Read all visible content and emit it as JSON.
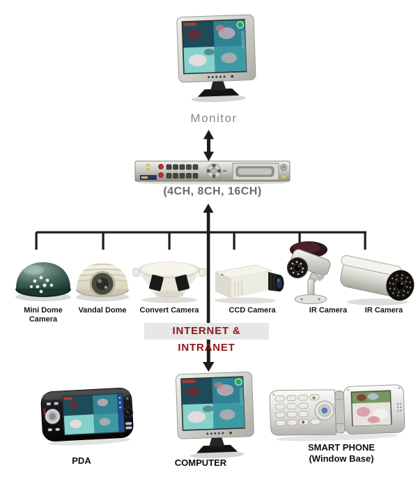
{
  "colors": {
    "background": "#ffffff",
    "connector_line": "#1c1c1c",
    "monitor_label_text": "#8a8a8a",
    "dvr_caption_text": "#6a6a6a",
    "camera_label_text": "#141414",
    "client_label_text": "#0d0d0d",
    "network_banner_bg": "#e7e7e7",
    "network_banner_text": "#8e1616"
  },
  "monitor": {
    "label": "Monitor"
  },
  "dvr": {
    "caption": "(4CH, 8CH, 16CH)"
  },
  "network": {
    "label": "INTERNET & INTRANET"
  },
  "cameras": [
    {
      "id": "mini-dome-camera",
      "lines": [
        "Mini Dome",
        "Camera"
      ]
    },
    {
      "id": "vandal-dome-camera",
      "lines": [
        "Vandal Dome"
      ]
    },
    {
      "id": "convert-camera",
      "lines": [
        "Convert Camera"
      ]
    },
    {
      "id": "ccd-camera",
      "lines": [
        "CCD Camera"
      ]
    },
    {
      "id": "ir-camera-1",
      "lines": [
        "IR Camera"
      ]
    },
    {
      "id": "ir-camera-2",
      "lines": [
        "IR Camera"
      ]
    }
  ],
  "clients": [
    {
      "id": "pda",
      "lines": [
        "PDA"
      ]
    },
    {
      "id": "computer",
      "lines": [
        "COMPUTER"
      ]
    },
    {
      "id": "smart-phone",
      "lines": [
        "SMART PHONE",
        "(Window Base)"
      ]
    }
  ]
}
